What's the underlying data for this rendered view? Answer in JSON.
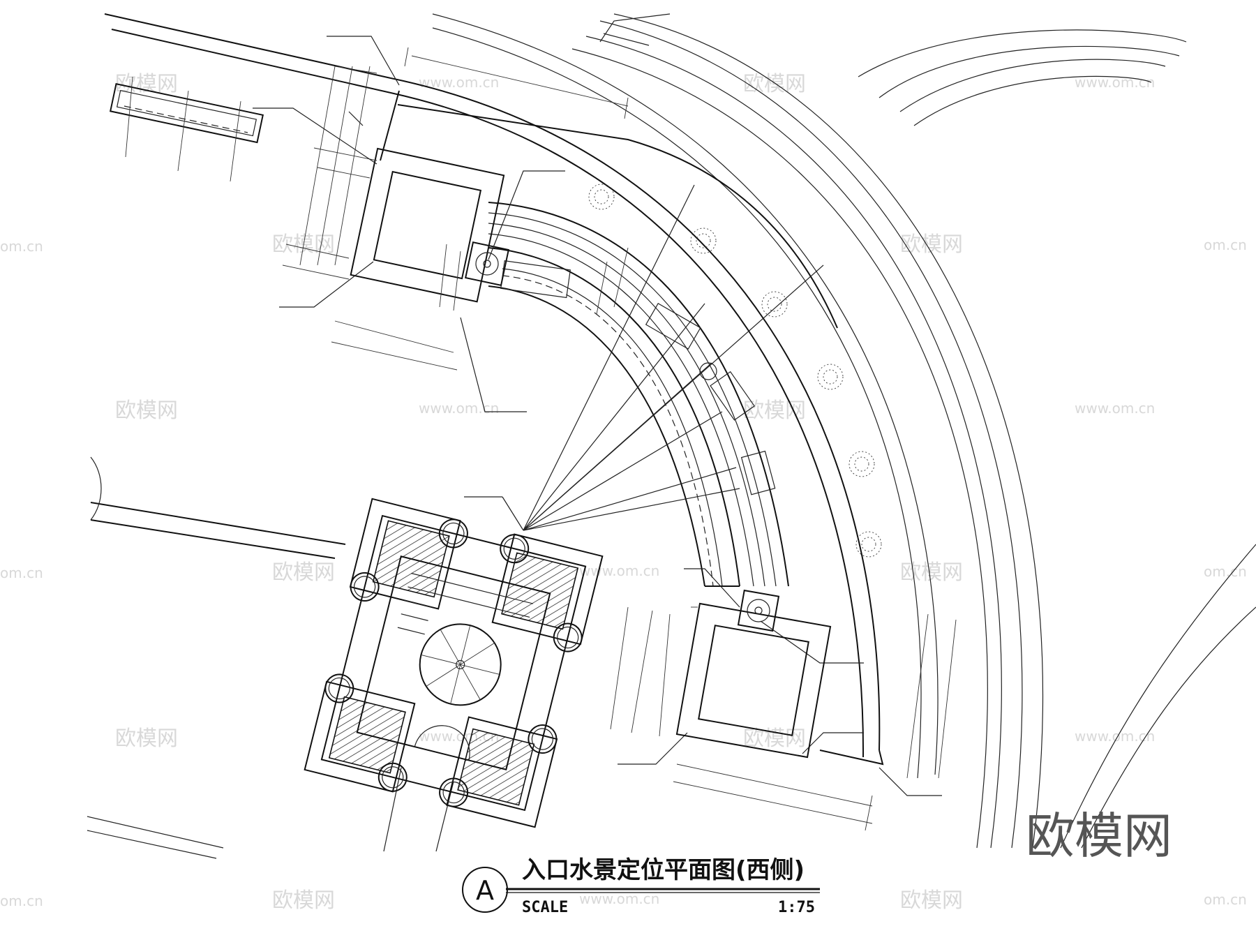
{
  "drawing": {
    "title": "入口水景定位平面图(西侧)",
    "marker": "A",
    "scale_label": "SCALE",
    "scale_value": "1:75"
  },
  "watermark": {
    "brand": "欧模网",
    "site": "www.om.cn",
    "site_short": "om.cn"
  }
}
